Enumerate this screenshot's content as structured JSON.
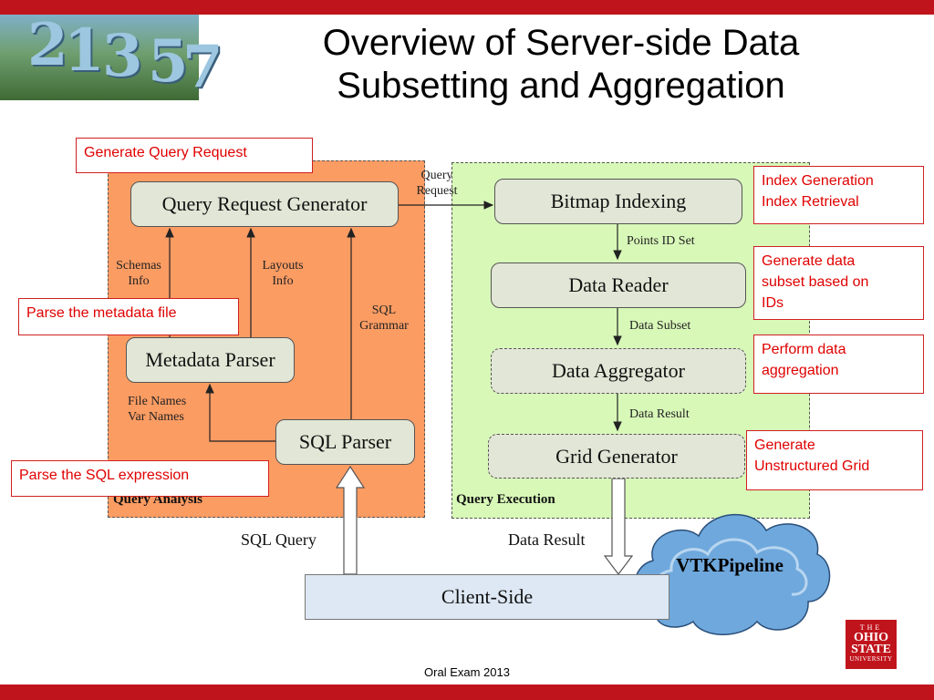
{
  "slide": {
    "title_line1": "Overview of Server-side Data",
    "title_line2": "Subsetting and Aggregation",
    "footer": "Oral Exam 2013"
  },
  "photo": {
    "digits": [
      "2",
      "1",
      "3",
      "5",
      "7"
    ]
  },
  "query_analysis": {
    "section_label": "Query Analysis",
    "query_request_generator": "Query Request Generator",
    "metadata_parser": "Metadata Parser",
    "sql_parser": "SQL Parser",
    "schemas_info": [
      "Schemas",
      "Info"
    ],
    "layouts_info": [
      "Layouts",
      "Info"
    ],
    "sql_grammar": [
      "SQL",
      "Grammar"
    ],
    "file_var_names": [
      "File Names",
      "Var Names"
    ]
  },
  "query_execution": {
    "section_label": "Query Execution",
    "bitmap_indexing": "Bitmap Indexing",
    "data_reader": "Data Reader",
    "data_aggregator": "Data Aggregator",
    "grid_generator": "Grid Generator",
    "points_id_set": "Points ID Set",
    "data_subset": "Data Subset",
    "data_result": "Data Result"
  },
  "query_request_label": [
    "Query",
    "Request"
  ],
  "client": {
    "label": "Client-Side",
    "sql_query": "SQL Query",
    "data_result": "Data Result",
    "vtk_pipeline": "VTKPipeline"
  },
  "annotations": {
    "generate_query_request": "Generate Query Request",
    "parse_metadata_file": "Parse the metadata file",
    "parse_sql_expression": "Parse the SQL expression",
    "index_generation": "Index Generation",
    "index_retrieval": "Index Retrieval",
    "generate_data_subset": [
      "Generate data",
      "subset based on",
      "IDs"
    ],
    "perform_data_aggregation": [
      "Perform data",
      "aggregation"
    ],
    "generate_unstructured_grid": [
      "Generate",
      "Unstructured Grid"
    ]
  },
  "logo": {
    "line1": "THE",
    "line2": "OHIO",
    "line3": "STATE",
    "line4": "UNIVERSITY"
  },
  "colors": {
    "brand_red": "#c0141c",
    "query_analysis_bg": "#fb9c63",
    "query_execution_bg": "#d8f8b8",
    "annotation_red": "#e00000",
    "client_bg": "#dde8f4",
    "cloud_fill": "#6fa8dc"
  }
}
